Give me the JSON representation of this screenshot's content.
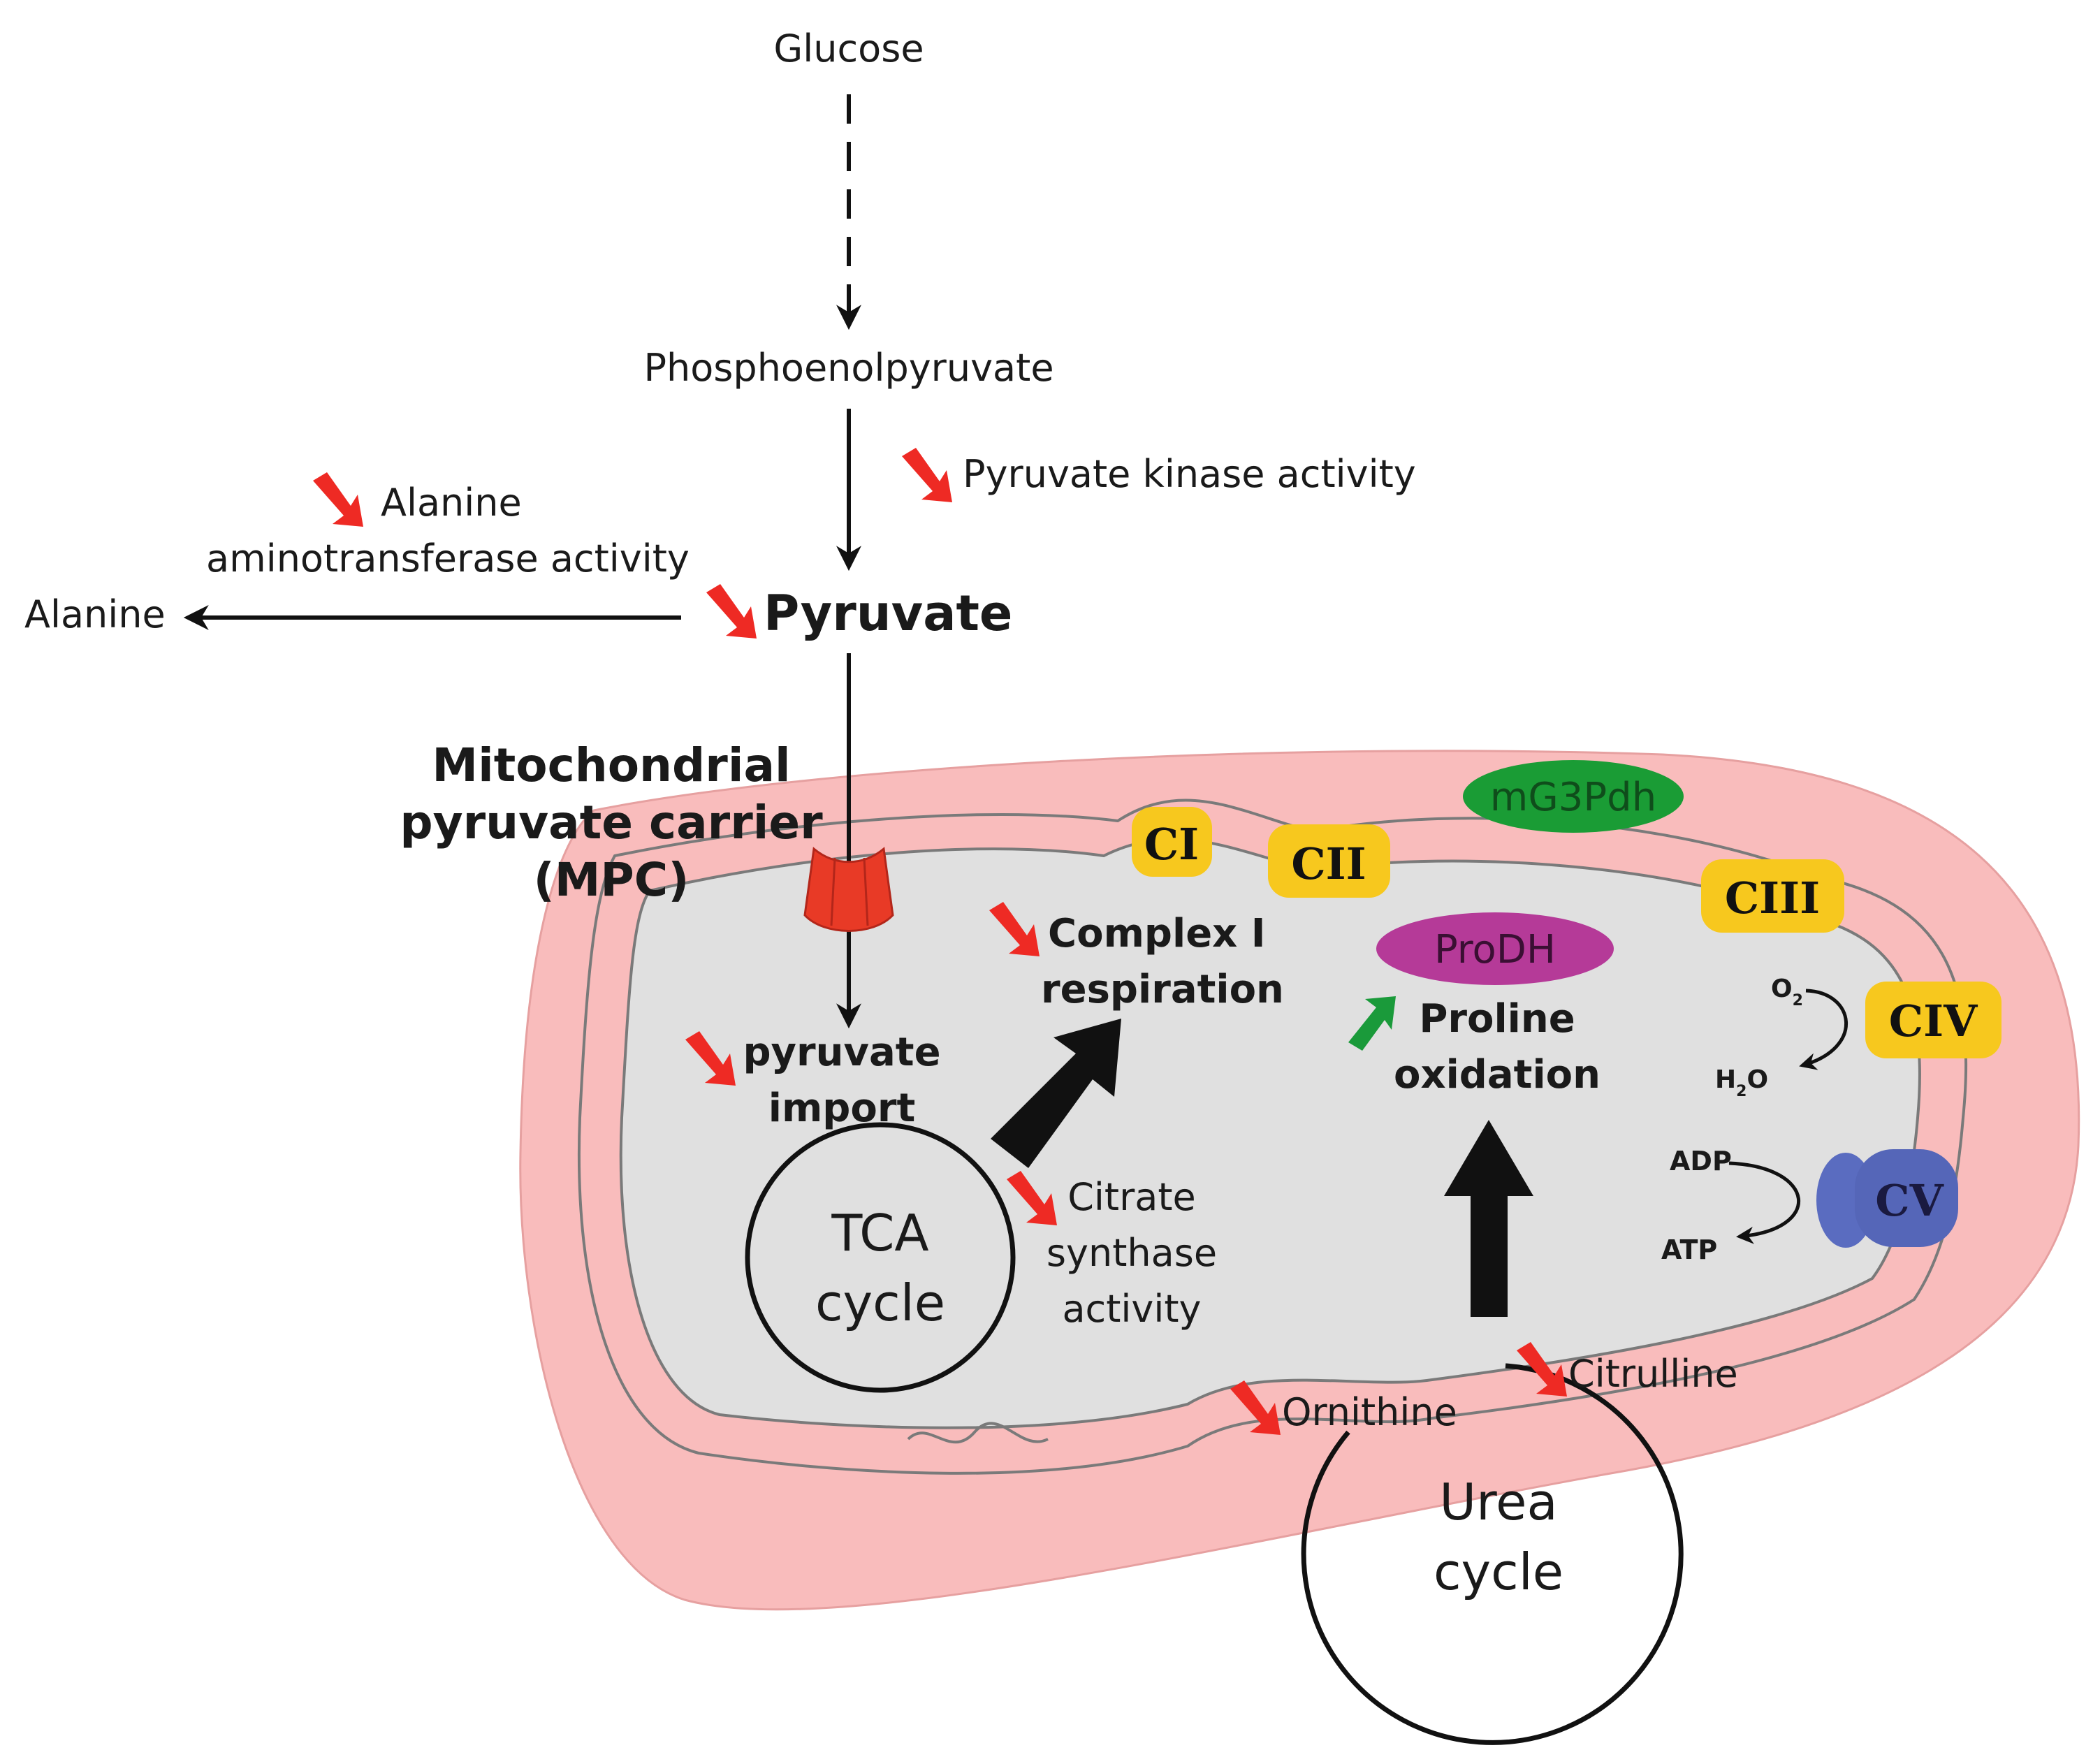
{
  "metabolites": {
    "glucose": "Glucose",
    "pep": "Phosphoenolpyruvate",
    "pyruvate": "Pyruvate",
    "alanine": "Alanine",
    "ornithine": "Ornithine",
    "citrulline": "Citrulline",
    "o2": "O",
    "o2_sub": "2",
    "h2o_h": "H",
    "h2o_sub": "2",
    "h2o_o": "O",
    "adp": "ADP",
    "atp": "ATP"
  },
  "labels": {
    "pk_activity": "Pyruvate kinase activity",
    "alt_line1": "Alanine",
    "alt_line2": "aminotransferase activity",
    "mpc_line1": "Mitochondrial",
    "mpc_line2": "pyruvate carrier",
    "mpc_line3": "(MPC)",
    "import_line1": "pyruvate",
    "import_line2": "import",
    "ci_resp_line1": "Complex I",
    "ci_resp_line2": "respiration",
    "proline_line1": "Proline",
    "proline_line2": "oxidation",
    "cs_line1": "Citrate",
    "cs_line2": "synthase",
    "cs_line3": "activity"
  },
  "cycles": {
    "tca_line1": "TCA",
    "tca_line2": "cycle",
    "urea_line1": "Urea",
    "urea_line2": "cycle"
  },
  "complexes": {
    "ci": "CI",
    "cii": "CII",
    "ciii": "CIII",
    "civ": "CIV",
    "cv": "CV",
    "mg3pdh": "mG3Pdh",
    "prodh": "ProDH"
  },
  "colors": {
    "decrease_arrow": "#ee2a24",
    "increase_arrow": "#1a9a3a",
    "outer_membrane": "#f9bcbc",
    "matrix": "#e0e0e0",
    "complex_yellow": "#f7c81e",
    "mg3pdh_green": "#1a9c35",
    "prodh_magenta": "#b53a98",
    "cv_blue": "#5566b8",
    "mpc_red": "#e83a26"
  }
}
